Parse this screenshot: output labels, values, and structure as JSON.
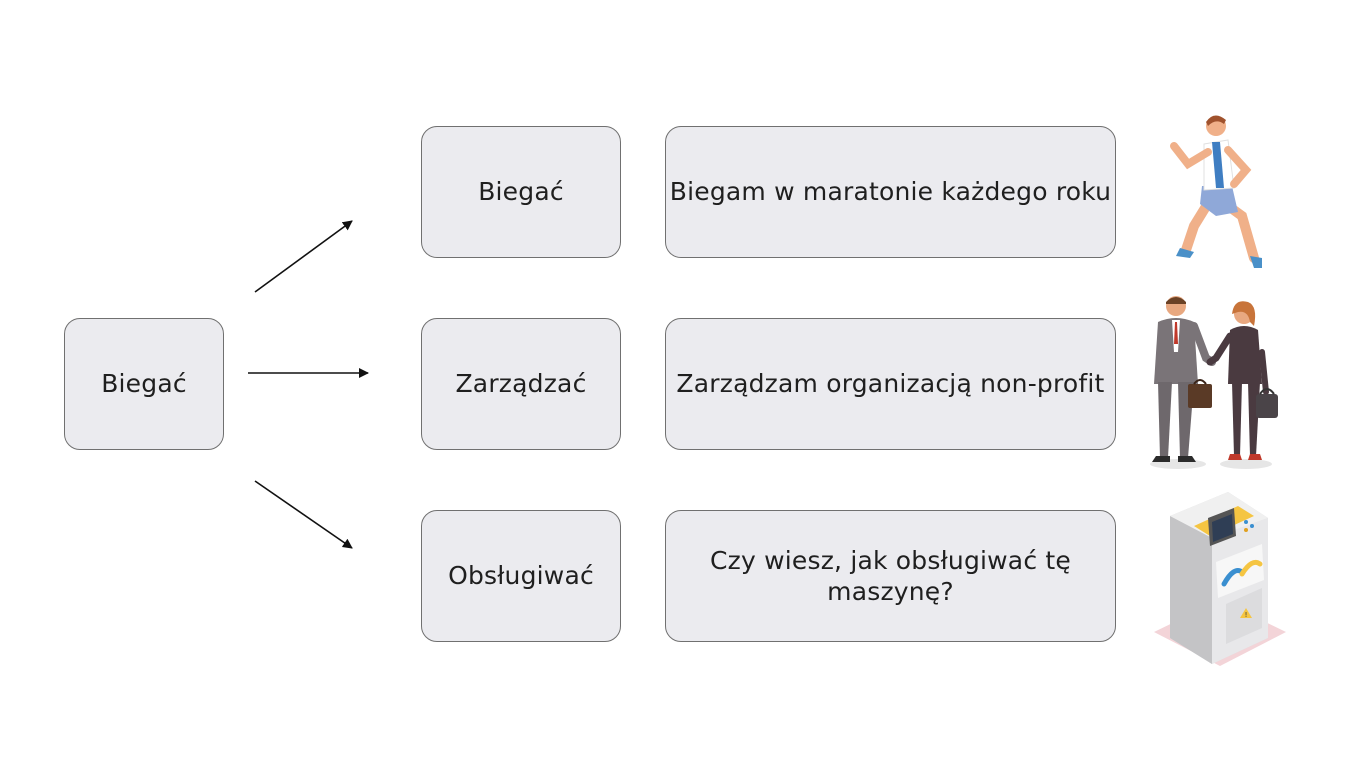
{
  "source": {
    "label": "Biegać"
  },
  "rows": [
    {
      "word": "Biegać",
      "sentence": "Biegam w maratonie każdego roku",
      "illustration": "runner-illustration"
    },
    {
      "word": "Zarządzać",
      "sentence": "Zarządzam organizacją non-profit",
      "illustration": "business-people-illustration"
    },
    {
      "word": "Obsługiwać",
      "sentence": "Czy wiesz, jak obsługiwać tę maszynę?",
      "illustration": "machine-illustration"
    }
  ],
  "colors": {
    "box_fill": "#ebebef",
    "box_border": "#707070",
    "arrow": "#111111"
  }
}
